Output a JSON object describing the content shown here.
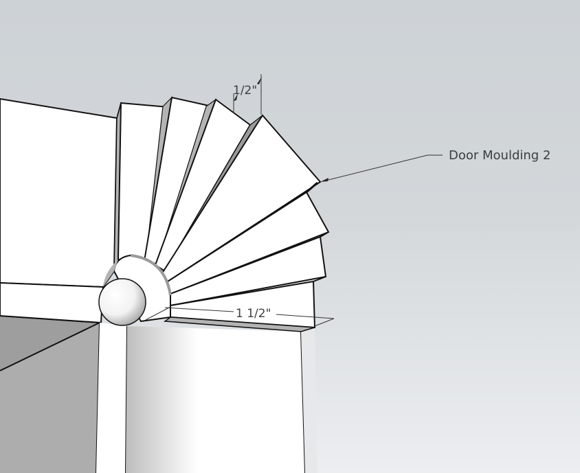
{
  "viewport": {
    "background_top": "#cdd2d6",
    "background_bottom": "#eceef0",
    "face_color": "#ffffff",
    "shade_color": "#b4b4b4",
    "dark_face_color": "#a8a8a8",
    "edge_color": "#111111"
  },
  "annotations": {
    "dim_top": "1/2\"",
    "dim_bottom": "1 1/2\"",
    "label": "Door Moulding 2"
  }
}
